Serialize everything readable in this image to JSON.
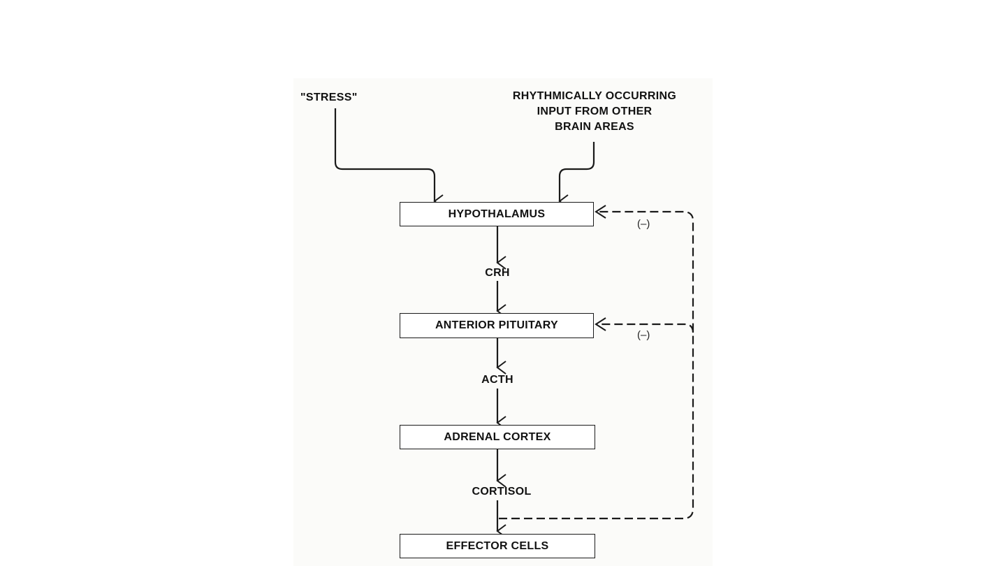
{
  "inputs": {
    "stress": "\"STRESS\"",
    "rhythmic_lines": [
      "RHYTHMICALLY OCCURRING",
      "INPUT FROM OTHER",
      "BRAIN AREAS"
    ]
  },
  "boxes": {
    "hypothalamus": "HYPOTHALAMUS",
    "anterior_pituitary": "ANTERIOR PITUITARY",
    "adrenal_cortex": "ADRENAL CORTEX",
    "effector_cells": "EFFECTOR CELLS"
  },
  "hormones": {
    "crh": "CRH",
    "acth": "ACTH",
    "cortisol": "CORTISOL"
  },
  "feedback": {
    "to_hypothalamus": "(–)",
    "to_pituitary": "(–)"
  }
}
